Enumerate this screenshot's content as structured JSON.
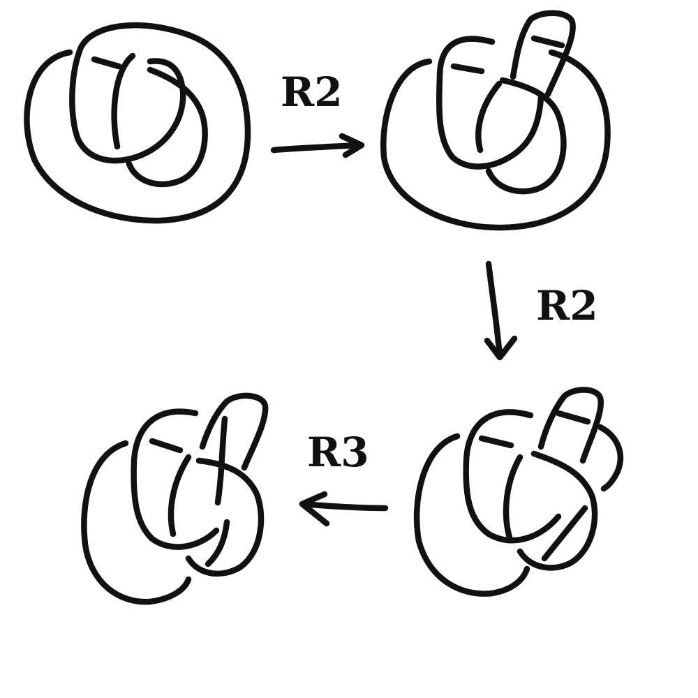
{
  "colors": {
    "ink": "#111111",
    "background": "#ffffff"
  },
  "diagrams": [
    {
      "id": "knot-1",
      "description_shown": false
    },
    {
      "id": "knot-2",
      "description_shown": false
    },
    {
      "id": "knot-3",
      "description_shown": false
    },
    {
      "id": "knot-4",
      "description_shown": false
    }
  ],
  "moves": [
    {
      "label": "R2",
      "direction": "right"
    },
    {
      "label": "R2",
      "direction": "down"
    },
    {
      "label": "R3",
      "direction": "left"
    }
  ]
}
